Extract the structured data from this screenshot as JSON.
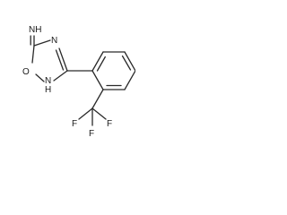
{
  "molecule": {
    "atoms": {
      "nh": "NH",
      "n_ring_top": "N",
      "o_ring": "O",
      "nh_ring": "N",
      "h_ring": "H",
      "f_left": "F",
      "f_mid": "F",
      "f_right": "F"
    }
  }
}
